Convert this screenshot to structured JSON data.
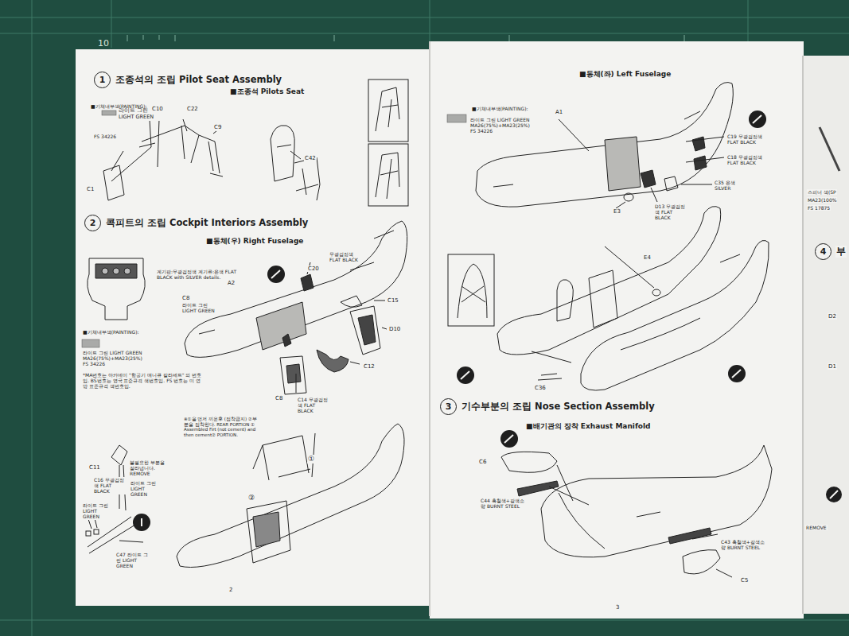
{
  "diagram": {
    "nodes": [
      {
        "text": [
          "1",
          "조종석의 조립 Pilot Seat Assembly"
        ]
      },
      {
        "text": [
          "2",
          "콕피트의 조립 Cockpit Interiors Assembly"
        ]
      },
      {
        "text": [
          "3",
          "기수부분의 조립 Nose Section Assembly"
        ]
      },
      {
        "text": [
          "4",
          "부"
        ]
      }
    ],
    "labels": [
      "10",
      "■조종석 Pilots Seat",
      "■기체내부색(PAINTING):",
      "라이트 그린 LIGHT GREEN",
      "FS 34226",
      "C10",
      "C22",
      "C9",
      "C1",
      "C42",
      "■동체(우) Right Fuselage",
      "계기판:무광검정색 계기류:은색 FLAT BLACK with SILVER details.",
      "C8",
      "라이트 그린 LIGHT GREEN",
      "■기체내부색(PAINTING):",
      "라이트 그린 LIGHT GREEN MA26(75%)+MA23(25%) FS 34226",
      "*MA번호는 아카데미 \"항공기 매니큐 칼라세트\" 의 번호임. BS번호는 영국 표준규격 색번호임. FS 번호는 미 연방 표준규격 색번호임.",
      "무광검정색 FLAT BLACK",
      "C20",
      "A2",
      "C15",
      "D10",
      "C12",
      "C8",
      "C14 무광검정색 FLAT BLACK",
      "C11",
      "불필요한 부분을 잘라냅니다. REMOVE",
      "C16 무광검정색 FLAT BLACK",
      "라이트 그린 LIGHT GREEN",
      "라이트 그린 LIGHT GREEN",
      "C47 라이트 그린 LIGHT GREEN",
      "※①을 먼저 끼운후 (접착금지) ②부분을 접착한다. REAR PORTION ① Assembled Firt (not cement) and then cement② PORTION.",
      "①",
      "②",
      "2",
      "■동체(좌) Left Fuselage",
      "■기체내부색(PAINTING):",
      "라이트 그린 LIGHT GREEN MA26(75%)+MA23(25%) FS 34226",
      "A1",
      "C19 무광검정색 FLAT BLACK",
      "C18 무광검정색 FLAT BLACK",
      "C35 은색 SILVER",
      "E3",
      "D13 무광검정색 FLAT BLACK",
      "E4",
      "C36",
      "■배기관의 장착 Exhaust Manifold",
      "C6",
      "C44 흑철색+갈색소량 BURNT STEEL",
      "C43 흑철색+갈색소량 BURNT STEEL",
      "C5",
      "3",
      "스피너 색(SP",
      "MA23(100%",
      "FS 17875",
      "D2",
      "D1",
      "REMOVE"
    ]
  }
}
